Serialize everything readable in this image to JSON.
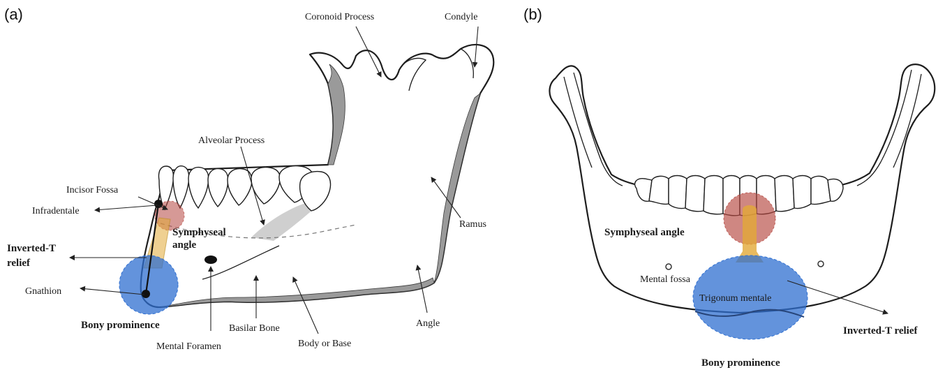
{
  "panel_a": {
    "tag": "(a)",
    "labels": {
      "coronoid_process": "Coronoid Process",
      "condyle": "Condyle",
      "alveolar_process": "Alveolar Process",
      "incisor_fossa": "Incisor Fossa",
      "infradentale": "Infradentale",
      "symphyseal_angle_1": "Symphyseal",
      "symphyseal_angle_2": "angle",
      "inverted_t_relief_1": "Inverted-T",
      "inverted_t_relief_2": "relief",
      "gnathion": "Gnathion",
      "bony_prominence": "Bony prominence",
      "mental_foramen": "Mental Foramen",
      "basilar_bone": "Basilar Bone",
      "body_or_base": "Body or Base",
      "angle": "Angle",
      "ramus": "Ramus"
    }
  },
  "panel_b": {
    "tag": "(b)",
    "labels": {
      "symphyseal_angle": "Symphyseal angle",
      "mental_fossa": "Mental fossa",
      "trigonum_mentale": "Trigonum mentale",
      "inverted_t_relief": "Inverted-T relief",
      "bony_prominence": "Bony prominence"
    }
  },
  "colors": {
    "symphyseal_region": "#b5463f",
    "relief_column": "#e2a937",
    "prominence_region": "#2f6fd0"
  }
}
